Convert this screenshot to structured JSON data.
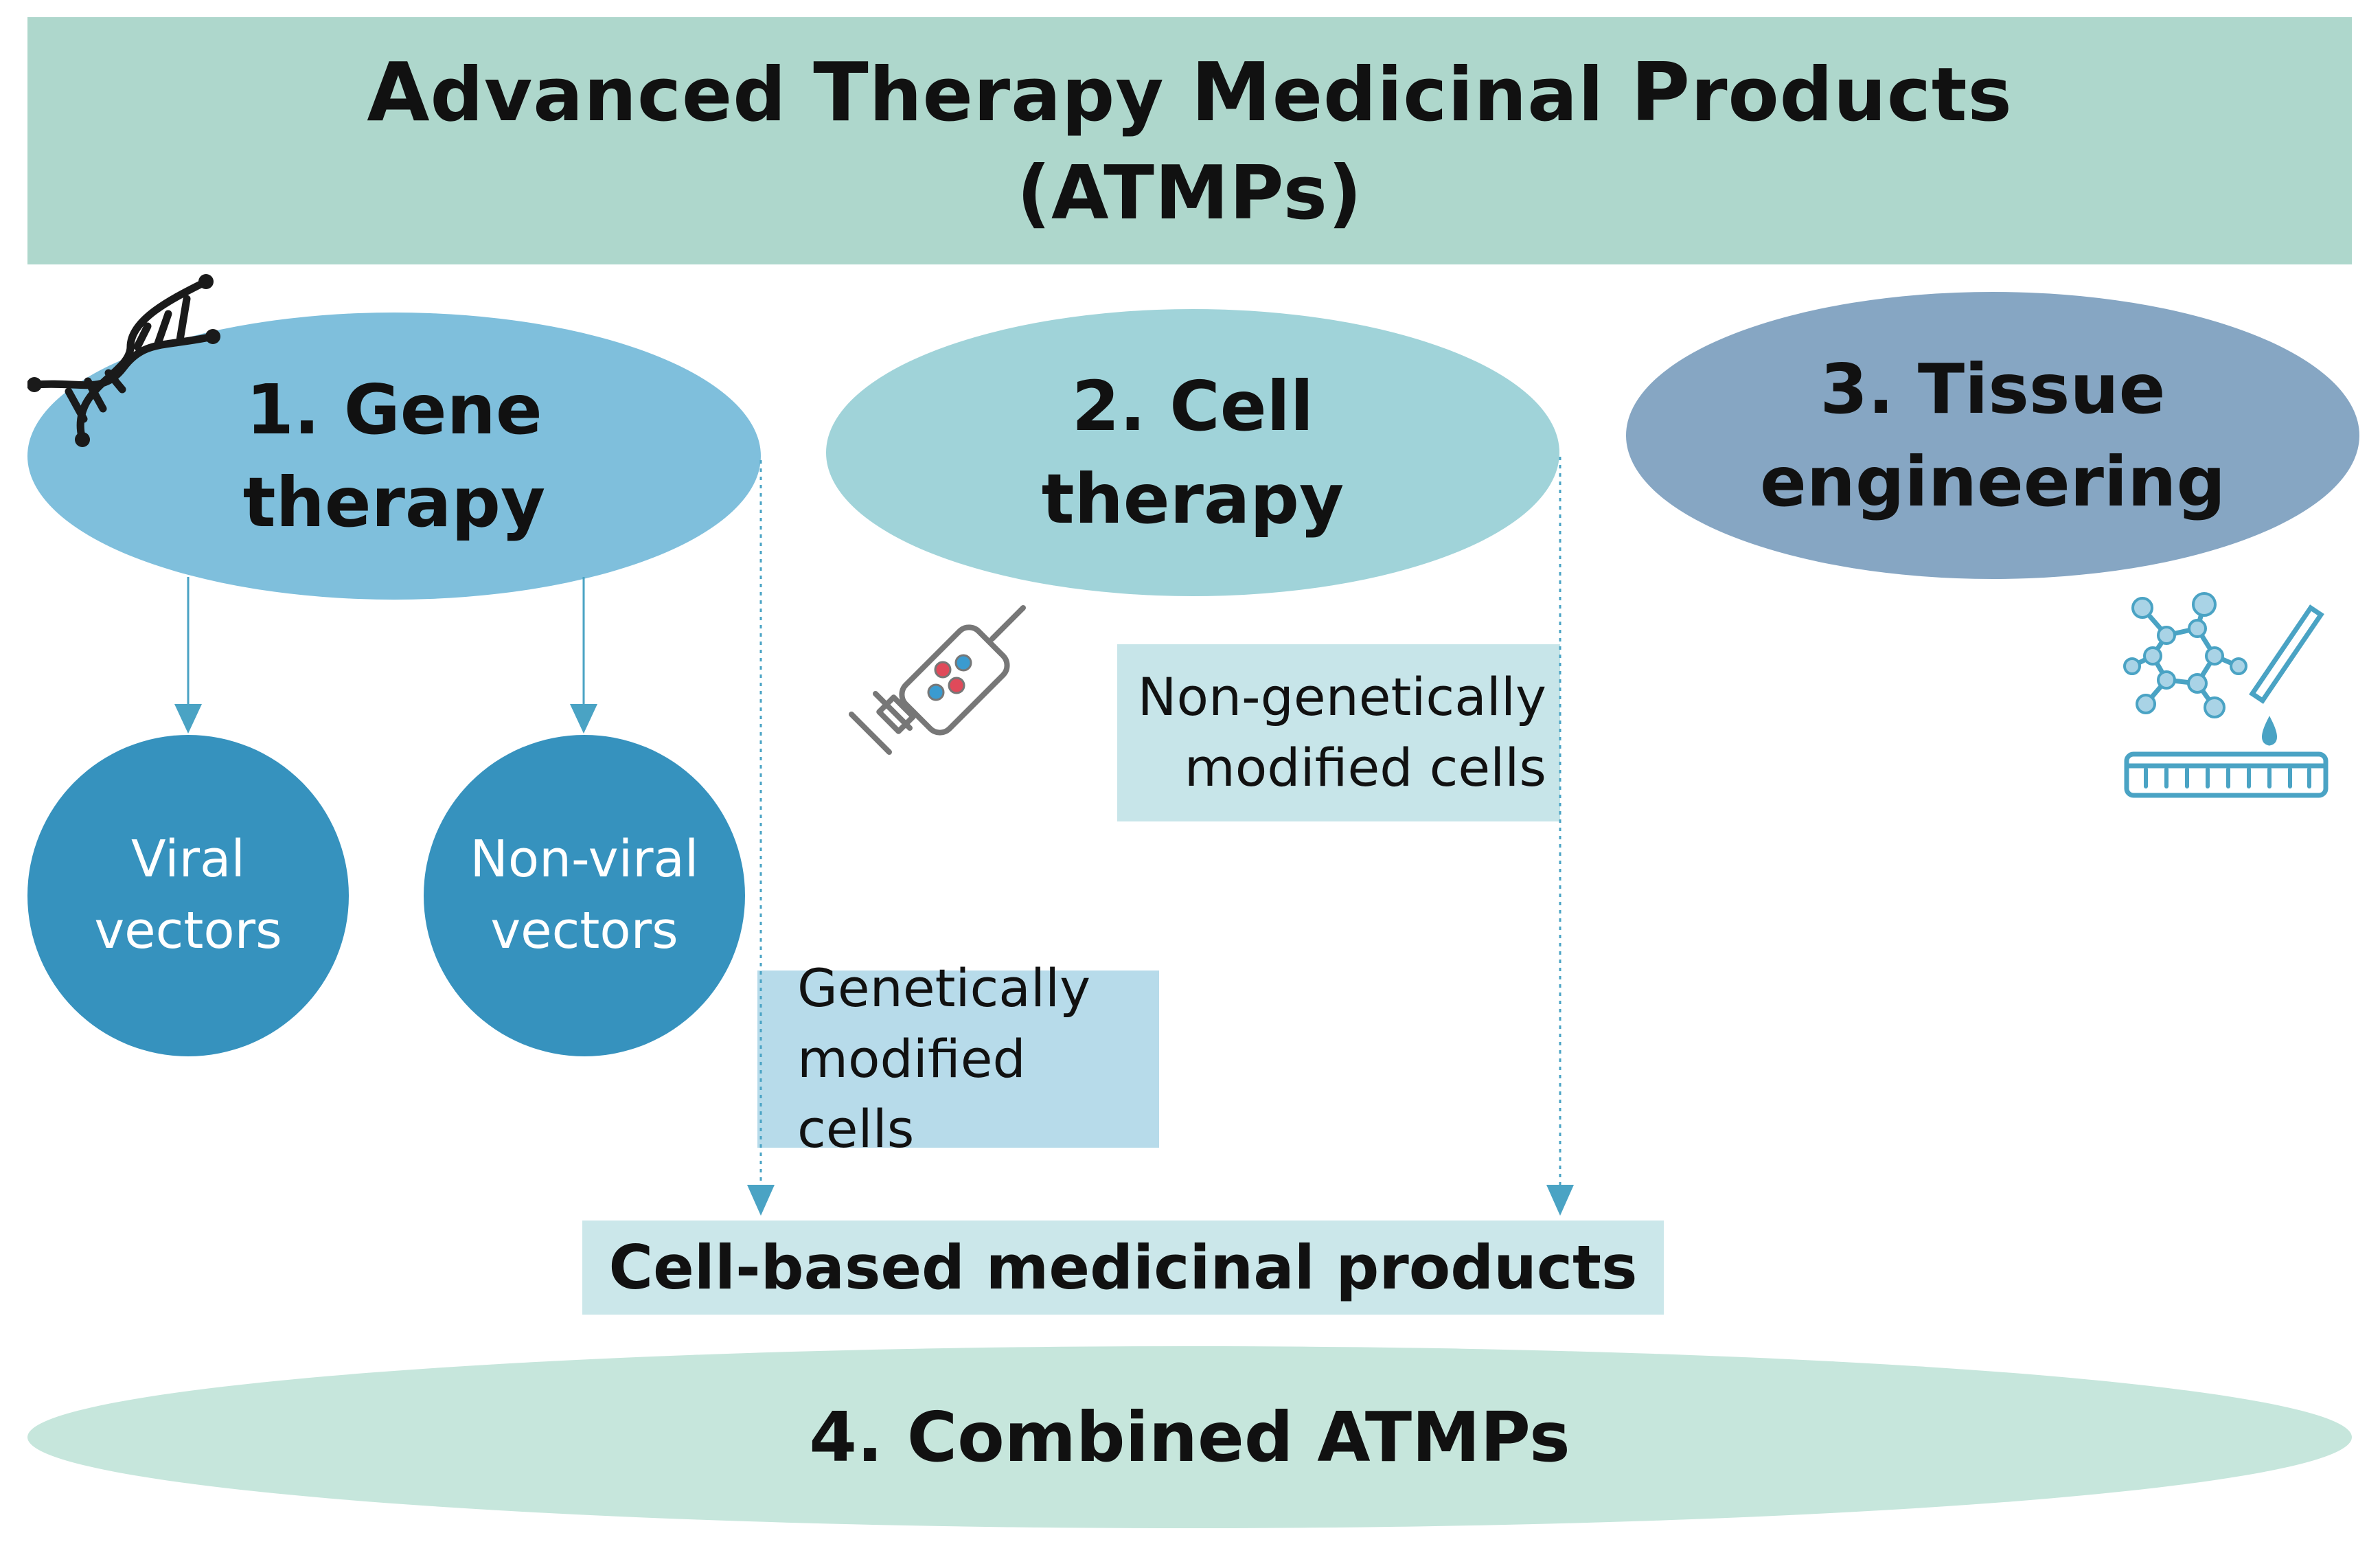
{
  "title": {
    "line1": [
      {
        "cap": "A",
        "rest": "dvanced"
      },
      {
        "cap": "T",
        "rest": "herapy"
      },
      {
        "cap": "M",
        "rest": "edicinal"
      },
      {
        "cap": "P",
        "rest": "roducts"
      }
    ],
    "line2": "(ATMPs)"
  },
  "categories": {
    "gene": {
      "line1": "1. Gene",
      "line2": "therapy"
    },
    "cell": {
      "line1": "2. Cell",
      "line2": "therapy"
    },
    "tissue": {
      "line1": "3. Tissue",
      "line2": "engineering"
    }
  },
  "vectors": {
    "viral": {
      "line1": "Viral",
      "line2": "vectors"
    },
    "nonviral": {
      "line1": "Non-viral",
      "line2": "vectors"
    }
  },
  "cell_types": {
    "non_genetic": {
      "line1": "Non-genetically",
      "line2": "modified cells"
    },
    "genetic": {
      "line1": "Genetically",
      "line2": "modified cells"
    }
  },
  "cell_based": "Cell-based medicinal products",
  "combined": "4. Combined ATMPs",
  "icons": [
    "dna-helix-icon",
    "syringe-icon",
    "molecule-pipette-icon"
  ],
  "colors": {
    "banner": "#aed7cc",
    "gene": "#7fbfdc",
    "cell": "#a0d3d9",
    "tissue": "#86a6c3",
    "vector": "#3692be",
    "arrow": "#4aa3c4",
    "combined": "#c6e6dc"
  }
}
